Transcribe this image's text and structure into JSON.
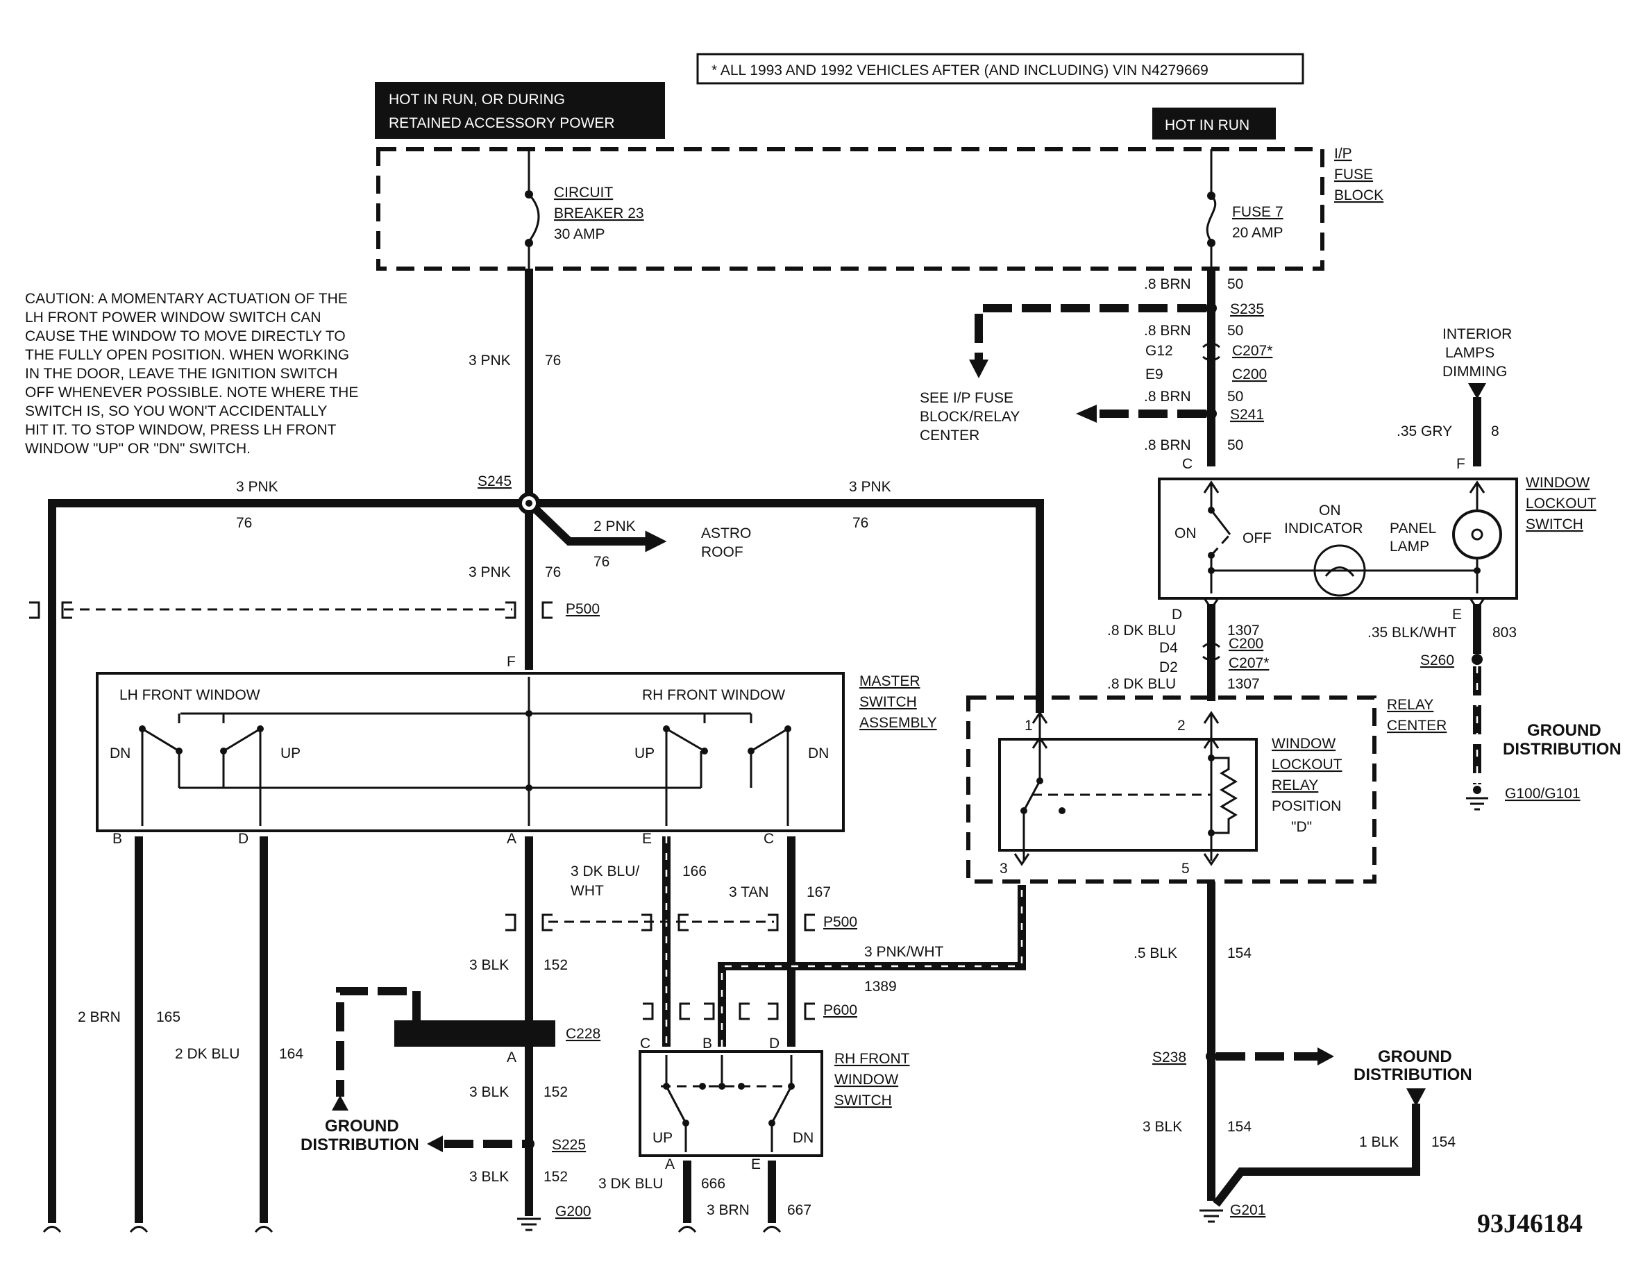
{
  "header": {
    "vin_note": "* ALL 1993 AND 1992 VEHICLES AFTER (AND INCLUDING) VIN N4279669",
    "hot_run_retained_1": "HOT IN RUN, OR DURING",
    "hot_run_retained_2": "RETAINED ACCESSORY POWER",
    "hot_in_run": "HOT IN RUN",
    "fuse_block_1": "I/P",
    "fuse_block_2": "FUSE",
    "fuse_block_3": "BLOCK"
  },
  "fuses": {
    "cb_1": "CIRCUIT",
    "cb_2": "BREAKER 23",
    "cb_3": "30 AMP",
    "fuse_1": "FUSE 7",
    "fuse_2": "20 AMP"
  },
  "caution": [
    "CAUTION: A MOMENTARY ACTUATION OF THE",
    "LH FRONT POWER WINDOW SWITCH CAN",
    "CAUSE THE WINDOW TO MOVE DIRECTLY TO",
    "THE FULLY OPEN POSITION. WHEN WORKING",
    "IN THE DOOR, LEAVE THE IGNITION SWITCH",
    "OFF WHENEVER POSSIBLE. NOTE WHERE THE",
    "SWITCH IS, SO YOU WON'T ACCIDENTALLY",
    "HIT IT. TO STOP WINDOW, PRESS LH FRONT",
    "WINDOW \"UP\" OR \"DN\" SWITCH."
  ],
  "wires": {
    "pnk3": "3 PNK",
    "c76": "76",
    "pnk2": "2 PNK",
    "brn08": ".8 BRN",
    "c50": "50",
    "gry035": ".35 GRY",
    "c8": "8",
    "dkblu08": ".8 DK BLU",
    "c1307": "1307",
    "blkwht035": ".35 BLK/WHT",
    "c803": "803",
    "dkbluwht3_1": "3 DK BLU/",
    "dkbluwht3_2": "WHT",
    "c166": "166",
    "tan3": "3 TAN",
    "c167": "167",
    "blk3": "3 BLK",
    "c152": "152",
    "pnkwht3": "3 PNK/WHT",
    "c1389": "1389",
    "brn2": "2 BRN",
    "c165": "165",
    "dkblu2": "2 DK BLU",
    "c164": "164",
    "blk05": ".5 BLK",
    "c154": "154",
    "blk1": "1 BLK",
    "dkblu3": "3 DK BLU",
    "c666": "666",
    "brn3": "3 BRN",
    "c667": "667"
  },
  "connectors": {
    "s235": "S235",
    "g12": "G12",
    "c207s": "C207*",
    "e9": "E9",
    "c200": "C200",
    "s241": "S241",
    "s245": "S245",
    "p500": "P500",
    "p600": "P600",
    "c228": "C228",
    "s225": "S225",
    "g200": "G200",
    "d4": "D4",
    "d2": "D2",
    "s260": "S260",
    "g100": "G100/G101",
    "s238": "S238",
    "g201": "G201"
  },
  "components": {
    "see_1": "SEE I/P FUSE",
    "see_2": "BLOCK/RELAY",
    "see_3": "CENTER",
    "astro_1": "ASTRO",
    "astro_2": "ROOF",
    "interior_1": "INTERIOR",
    "interior_2": "LAMPS",
    "interior_3": "DIMMING",
    "wls_1": "WINDOW",
    "wls_2": "LOCKOUT",
    "wls_3": "SWITCH",
    "on": "ON",
    "off": "OFF",
    "on_ind_1": "ON",
    "on_ind_2": "INDICATOR",
    "panel_1": "PANEL",
    "panel_2": "LAMP",
    "master_1": "MASTER",
    "master_2": "SWITCH",
    "master_3": "ASSEMBLY",
    "lh_front": "LH FRONT WINDOW",
    "rh_front": "RH FRONT WINDOW",
    "dn": "DN",
    "up": "UP",
    "relay_center_1": "RELAY",
    "relay_center_2": "CENTER",
    "relay_1": "WINDOW",
    "relay_2": "LOCKOUT",
    "relay_3": "RELAY",
    "relay_4": "POSITION",
    "relay_5": "\"D\"",
    "rhsw_1": "RH FRONT",
    "rhsw_2": "WINDOW",
    "rhsw_3": "SWITCH",
    "ground_distribution_1": "GROUND",
    "ground_distribution_2": "DISTRIBUTION"
  },
  "pins": {
    "c": "C",
    "f": "F",
    "d": "D",
    "e": "E",
    "b": "B",
    "a": "A",
    "n1": "1",
    "n2": "2",
    "n3": "3",
    "n5": "5"
  },
  "diagram_code": "93J46184"
}
